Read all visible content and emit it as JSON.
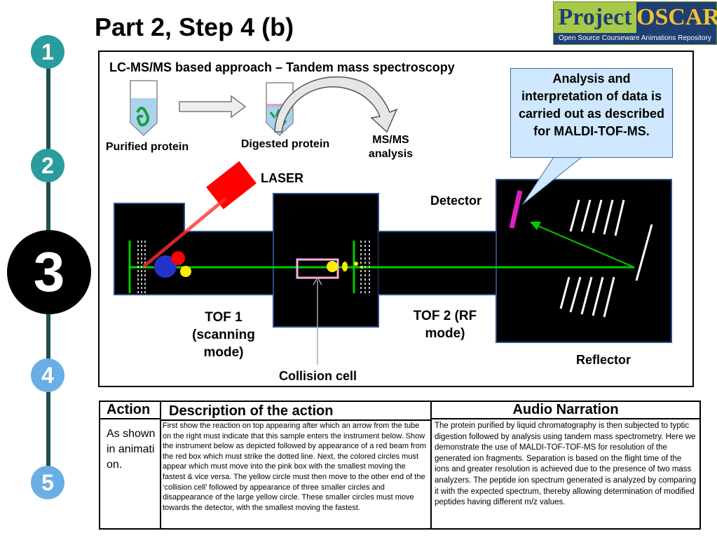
{
  "header": {
    "title": "Part 2, Step 4 (b)",
    "logo": {
      "word1": "Project",
      "word2": "OSCAR",
      "tagline": "Open Source Courseware Animations Repository"
    }
  },
  "steps": [
    {
      "number": "1",
      "state": "teal"
    },
    {
      "number": "2",
      "state": "teal"
    },
    {
      "number": "3",
      "state": "current"
    },
    {
      "number": "4",
      "state": "upcoming"
    },
    {
      "number": "5",
      "state": "upcoming"
    }
  ],
  "colors": {
    "teal": "#2a9c9c",
    "upcoming": "#6aaee6",
    "current": "#000000",
    "beam": "#00cc00",
    "laser": "#ff0000",
    "detector": "#e020c0"
  },
  "diagram": {
    "heading": "LC-MS/MS based approach – Tandem mass spectroscopy",
    "purified_protein": "Purified protein",
    "digested_protein": "Digested protein",
    "msms_analysis": "MS/MS analysis",
    "laser": "LASER",
    "detector": "Detector",
    "tof1": "TOF 1 (scanning mode)",
    "tof2": "TOF 2 (RF mode)",
    "reflector": "Reflector",
    "collision_cell": "Collision cell",
    "callout": "Analysis and interpretation of data is carried out as described for MALDI-TOF-MS."
  },
  "table": {
    "action_header": "Action",
    "description_header": "Description of the action",
    "narration_header": "Audio Narration",
    "action_text": "As shown in animation.",
    "description_text": "First show the reaction on top appearing after which an arrow from the tube on the right must indicate that this sample enters the instrument below. Show the instrument below as depicted followed by appearance of a red beam from the red box which must strike the dotted line. Next, the colored circles must appear which must move into the pink box with the smallest moving the fastest & vice versa. The yellow circle must then move to the other end of the ‘collision cell’ followed by appearance of three smaller circles and disappearance of the large yellow circle. These smaller circles must move towards the detector, with the smallest moving the fastest.",
    "narration_text": "The protein purified by liquid chromatography is then subjected to typtic digestion followed by analysis using tandem mass spectrometry. Here we demonstrate the use of MALDI-TOF-TOF-MS for resolution of the generated ion fragments. Separation is based on the flight time of the ions and greater resolution is achieved due to the presence of two mass analyzers. The peptide ion spectrum generated is analyzed by comparing it with the expected spectrum, thereby allowing determination of modified peptides having different m/z values."
  }
}
